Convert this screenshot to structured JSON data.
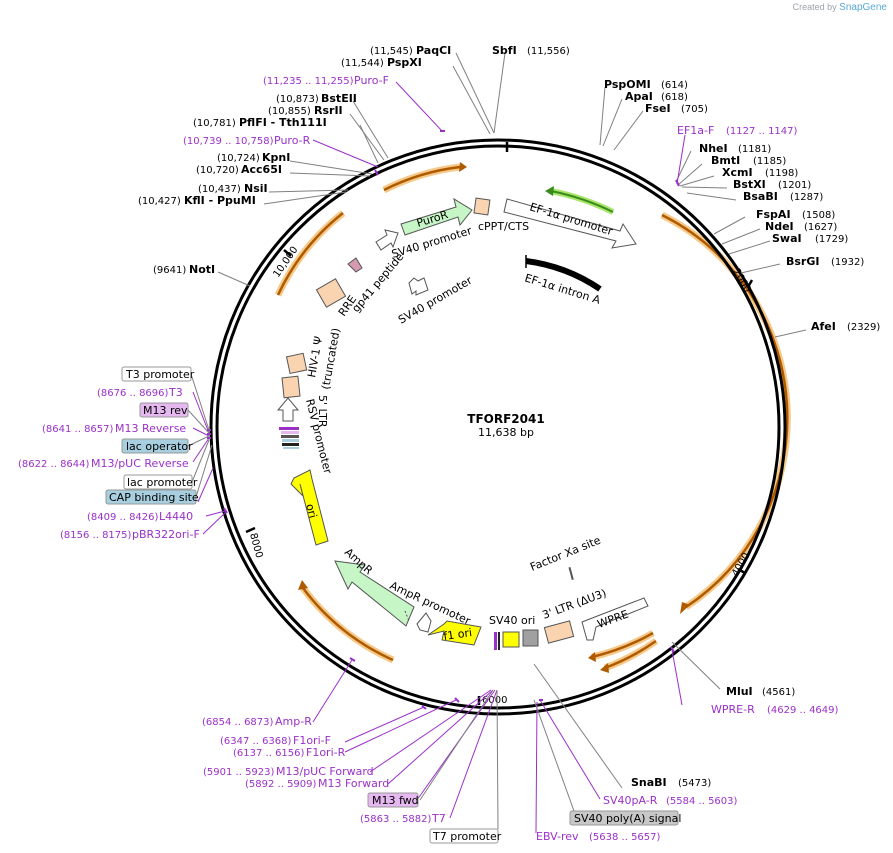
{
  "credit": {
    "prefix": "Created by",
    "brand": "SnapGene"
  },
  "plasmid": {
    "name": "TFORF2041",
    "size": "11,638 bp"
  },
  "ticks": [
    "2000",
    "4000",
    "6000",
    "8000",
    "10,000"
  ],
  "enzymes": [
    {
      "name": "PaqCI",
      "pos": "(11,545)"
    },
    {
      "name": "SbfI",
      "pos": "(11,556)"
    },
    {
      "name": "PspXI",
      "pos": "(11,544)"
    },
    {
      "name": "PspOMI",
      "pos": "(614)"
    },
    {
      "name": "ApaI",
      "pos": "(618)"
    },
    {
      "name": "FseI",
      "pos": "(705)"
    },
    {
      "name": "BstEII",
      "pos": "(10,873)"
    },
    {
      "name": "RsrII",
      "pos": "(10,855)"
    },
    {
      "name": "PflFI - Tth111I",
      "pos": "(10,781)"
    },
    {
      "name": "NheI",
      "pos": "(1181)"
    },
    {
      "name": "BmtI",
      "pos": "(1185)"
    },
    {
      "name": "XcmI",
      "pos": "(1198)"
    },
    {
      "name": "BstXI",
      "pos": "(1201)"
    },
    {
      "name": "BsaBI",
      "pos": "(1287)"
    },
    {
      "name": "KpnI",
      "pos": "(10,724)"
    },
    {
      "name": "Acc65I",
      "pos": "(10,720)"
    },
    {
      "name": "NsiI",
      "pos": "(10,437)"
    },
    {
      "name": "KflI - PpuMI",
      "pos": "(10,427)"
    },
    {
      "name": "FspAI",
      "pos": "(1508)"
    },
    {
      "name": "NdeI",
      "pos": "(1627)"
    },
    {
      "name": "SwaI",
      "pos": "(1729)"
    },
    {
      "name": "BsrGI",
      "pos": "(1932)"
    },
    {
      "name": "NotI",
      "pos": "(9641)"
    },
    {
      "name": "AfeI",
      "pos": "(2329)"
    },
    {
      "name": "MluI",
      "pos": "(4561)"
    },
    {
      "name": "SnaBI",
      "pos": "(5473)"
    }
  ],
  "primers": [
    {
      "name": "Puro-F",
      "pos": "(11,235 .. 11,255)"
    },
    {
      "name": "Puro-R",
      "pos": "(10,739 .. 10,758)"
    },
    {
      "name": "EF1a-F",
      "pos": "(1127 .. 1147)"
    },
    {
      "name": "T3",
      "pos": "(8676 .. 8696)"
    },
    {
      "name": "M13 Reverse",
      "pos": "(8641 .. 8657)"
    },
    {
      "name": "M13/pUC Reverse",
      "pos": "(8622 .. 8644)"
    },
    {
      "name": "L4440",
      "pos": "(8409 .. 8426)"
    },
    {
      "name": "pBR322ori-F",
      "pos": "(8156 .. 8175)"
    },
    {
      "name": "WPRE-R",
      "pos": "(4629 .. 4649)"
    },
    {
      "name": "Amp-R",
      "pos": "(6854 .. 6873)"
    },
    {
      "name": "F1ori-F",
      "pos": "(6347 .. 6368)"
    },
    {
      "name": "F1ori-R",
      "pos": "(6137 .. 6156)"
    },
    {
      "name": "M13/pUC Forward",
      "pos": "(5901 .. 5923)"
    },
    {
      "name": "M13 Forward",
      "pos": "(5892 .. 5909)"
    },
    {
      "name": "T7",
      "pos": "(5863 .. 5882)"
    },
    {
      "name": "SV40pA-R",
      "pos": "(5584 .. 5603)"
    },
    {
      "name": "EBV-rev",
      "pos": "(5638 .. 5657)"
    }
  ],
  "boxed_labels": {
    "t3_promoter": "T3 promoter",
    "m13_rev": "M13 rev",
    "lac_operator": "lac operator",
    "lac_promoter": "lac promoter",
    "cap_site": "CAP binding site",
    "m13_fwd": "M13 fwd",
    "t7_promoter": "T7 promoter",
    "sv40_polya": "SV40 poly(A) signal"
  },
  "features": {
    "puror": "PuroR",
    "cppt": "cPPT/CTS",
    "ef1a_promoter": "EF-1α promoter",
    "ef1a_intron": "EF-1α intron A",
    "sv40_promoter_1": "SV40 promoter",
    "sv40_promoter_2": "SV40 promoter",
    "gp41": "gp41 peptide",
    "rre": "RRE",
    "hiv_psi": "HIV-1 Ψ",
    "truncated": "(truncated)",
    "ltr5": "5' LTR",
    "rsv": "RSV promoter",
    "ori": "ori",
    "ampr": "AmpR",
    "ampr_promoter": "AmpR promoter",
    "f1ori": "f1 ori",
    "sv40ori": "SV40 ori",
    "ltr3": "3' LTR (ΔU3)",
    "wpre": "WPRE",
    "factor_xa": "Factor Xa site"
  },
  "colors": {
    "backbone": "#000000",
    "enzyme_line": "#808080",
    "primer": "#9b30c9",
    "orf_arc": "#b05a00",
    "orf_halo": "#f5c98a",
    "puror_fill": "#c6f5c6",
    "ampr_fill": "#c6f5c6",
    "ori_fill": "#ffff00",
    "ltr_fill": "#fad4b0",
    "m13_fill": "#e6b8f0",
    "lac_fill": "#a8cfe0",
    "gray_box": "#c8c8c8"
  }
}
